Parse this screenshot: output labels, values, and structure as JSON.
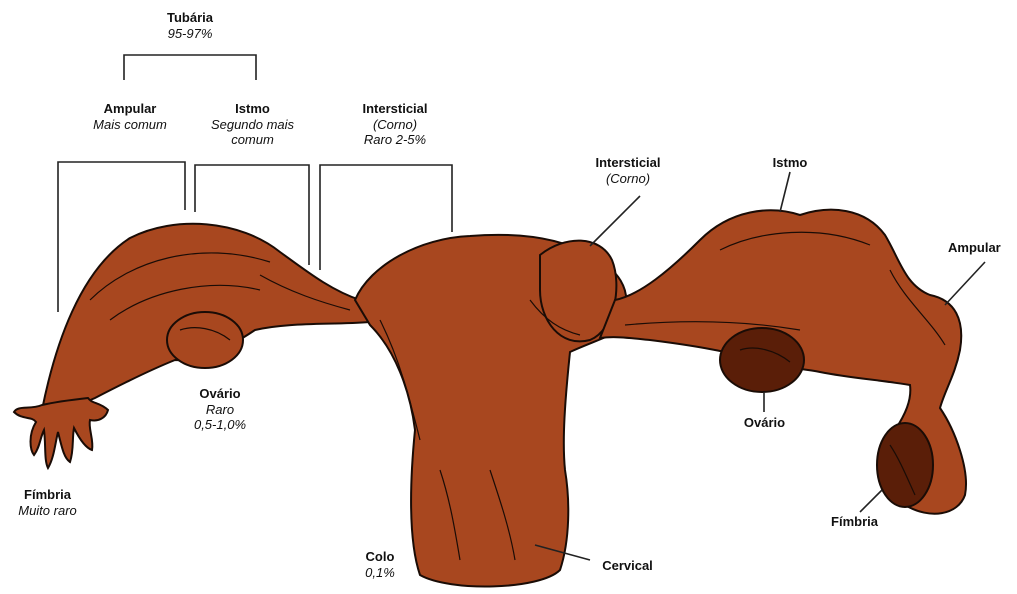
{
  "figure": {
    "tubaria": {
      "title": "Tubária",
      "value": "95-97%"
    },
    "left": {
      "ampular": {
        "title": "Ampular",
        "note": "Mais comum"
      },
      "istmo": {
        "title": "Istmo",
        "note1": "Segundo mais",
        "note2": "comum"
      },
      "intersticial": {
        "title": "Intersticial",
        "note1": "(Corno)",
        "note2": "Raro 2-5%"
      },
      "ovario": {
        "title": "Ovário",
        "note1": "Raro",
        "note2": "0,5-1,0%"
      },
      "fimbria": {
        "title": "Fímbria",
        "note": "Muito raro"
      },
      "colo": {
        "title": "Colo",
        "note": "0,1%"
      }
    },
    "right": {
      "intersticial": {
        "title": "Intersticial",
        "note": "(Corno)"
      },
      "istmo": {
        "title": "Istmo"
      },
      "ampular": {
        "title": "Ampular"
      },
      "ovario": {
        "title": "Ovário"
      },
      "fimbria": {
        "title": "Fímbria"
      },
      "cervical": {
        "title": "Cervical"
      }
    },
    "colors": {
      "tissue": "#a8471f",
      "outline": "#1a0c06",
      "line": "#222222"
    }
  }
}
